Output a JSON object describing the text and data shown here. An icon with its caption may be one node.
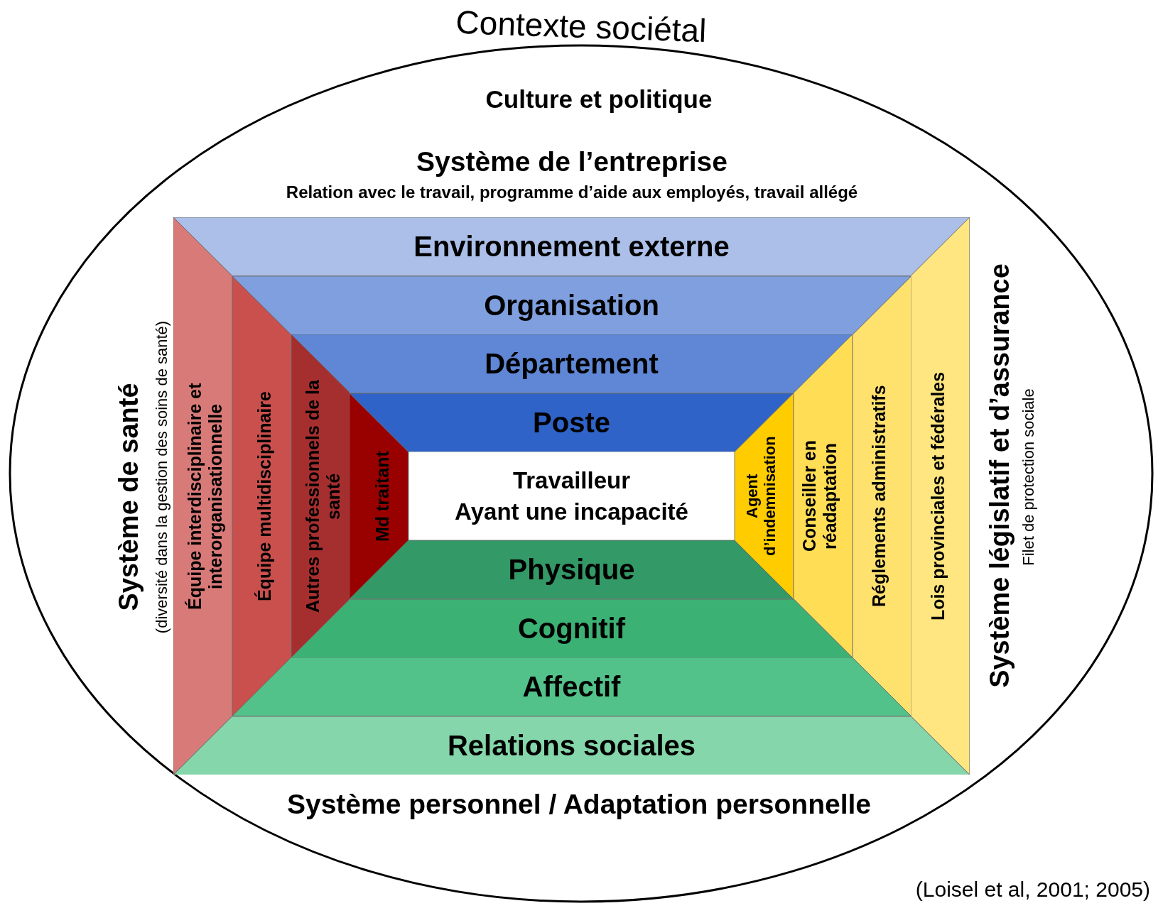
{
  "diagram": {
    "caption": "(Loisel et al, 2001; 2005)",
    "nodes": [
      {
        "text": [
          "Contexte sociétal"
        ]
      },
      {
        "text": [
          "Environnement externe"
        ],
        "in": 0
      },
      {
        "text": [
          "Organisation"
        ],
        "in": 0
      },
      {
        "text": [
          "Département"
        ],
        "in": 0
      },
      {
        "text": [
          "Poste"
        ],
        "in": 0
      },
      {
        "text": [
          "Équipe interdisciplinaire et interorganisationnelle"
        ],
        "in": 0
      },
      {
        "text": [
          "Équipe multidisciplinaire"
        ],
        "in": 0
      },
      {
        "text": [
          "Autres professionnels de la santé"
        ],
        "in": 0
      },
      {
        "text": [
          "Md traitant"
        ],
        "in": 0
      },
      {
        "text": [
          "Travailleur",
          "Ayant une incapacité"
        ],
        "in": 0
      },
      {
        "text": [
          "Agent d’indemnisation"
        ],
        "in": 0
      },
      {
        "text": [
          "Conseiller en réadaptation"
        ],
        "in": 0
      },
      {
        "text": [
          "Réglements administratifs"
        ],
        "in": 0
      },
      {
        "text": [
          "Lois provinciales et fédérales"
        ],
        "in": 0
      },
      {
        "text": [
          "Physique"
        ],
        "in": 0
      },
      {
        "text": [
          "Cognitif"
        ],
        "in": 0
      },
      {
        "text": [
          "Affectif"
        ],
        "in": 0
      },
      {
        "text": [
          "Relations sociales"
        ],
        "in": 0
      }
    ],
    "labels": [
      "Culture et politique",
      "Système de l’entreprise",
      "Relation avec le travail, programme d’aide aux employés, travail allégé",
      "Système de santé",
      "(diversité dans la gestion des soins de santé)",
      "Système législatif et d’assurance",
      "Filet de protection sociale",
      "Système personnel / Adaptation personnelle"
    ]
  }
}
